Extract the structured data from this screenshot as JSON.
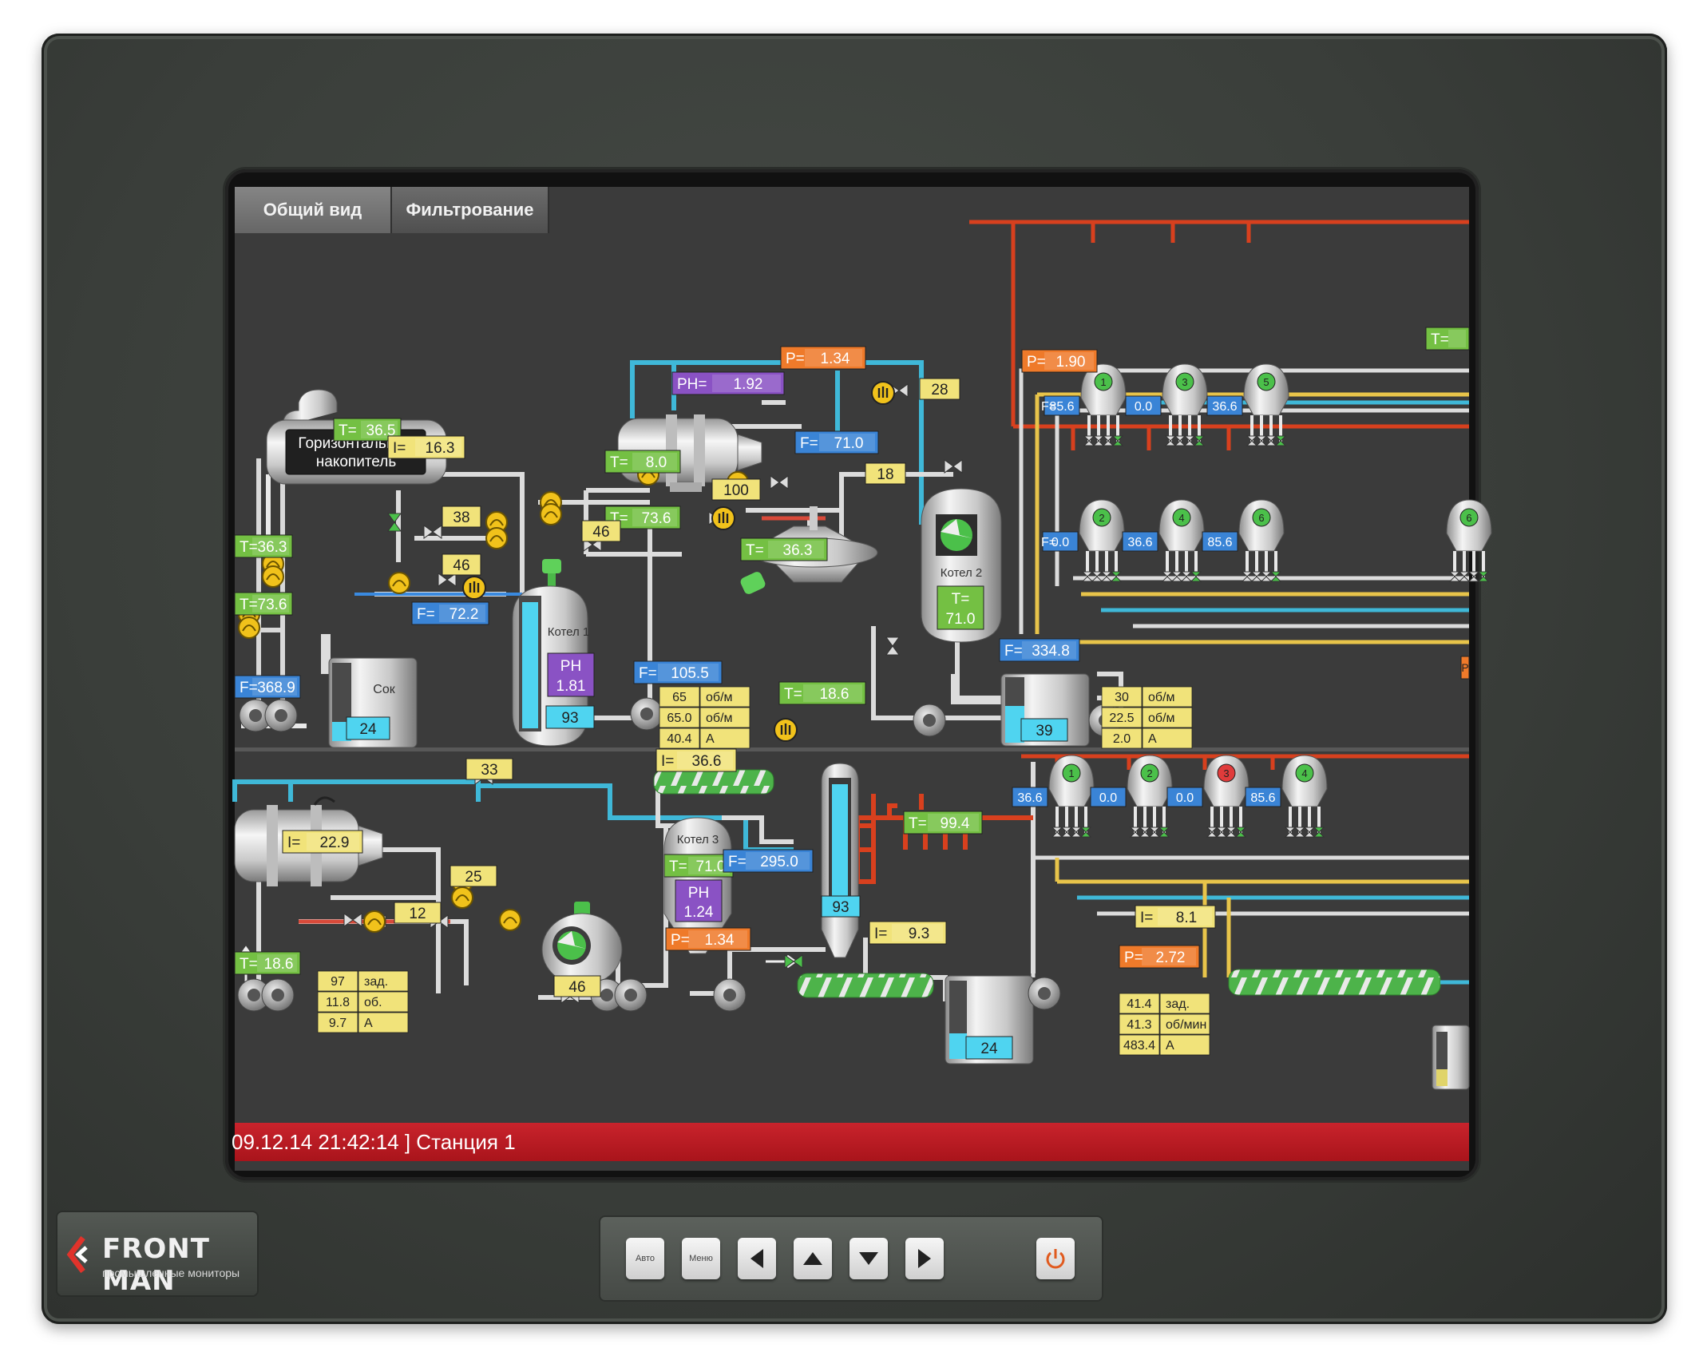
{
  "tabs": [
    {
      "label": "Общий вид"
    },
    {
      "label": "Фильтрование"
    }
  ],
  "status": {
    "text": "09.12.14 21:42:14 ] Станция 1"
  },
  "brand": {
    "name": "FRONT MAN",
    "tagline": "промышленные мониторы"
  },
  "panel_buttons": [
    {
      "label": "Авто"
    },
    {
      "label": "Меню"
    }
  ],
  "vessels": {
    "tank_horizontal": "Горизонтальный\nнакопитель",
    "tank_horizontal_l1": "Горизонтальный",
    "tank_horizontal_l2": "накопитель",
    "kotel1": "Котел 1",
    "kotel2": "Котел 2",
    "kotel3": "Котел 3",
    "sok": "Сок"
  },
  "readouts": {
    "t_365": {
      "k": "T=",
      "v": "36.5"
    },
    "i_163": {
      "k": "I=",
      "v": "16.3"
    },
    "t_363": {
      "k": "T=",
      "v": "36.3"
    },
    "t_736": {
      "k": "T=",
      "v": "73.6"
    },
    "f_3689": {
      "k": "F=",
      "v": "368.9"
    },
    "f_722": {
      "k": "F=",
      "v": "72.2"
    },
    "v38": "38",
    "v46a": "46",
    "v46b": "46",
    "sok_lvl": "24",
    "t_80": {
      "k": "T=",
      "v": "8.0"
    },
    "t_736b": {
      "k": "T=",
      "v": "73.6"
    },
    "ph_192": {
      "k": "PH=",
      "v": "1.92"
    },
    "p_134": {
      "k": "P=",
      "v": "1.34"
    },
    "v28": "28",
    "f_710": {
      "k": "F=",
      "v": "71.0"
    },
    "v18": "18",
    "v100": "100",
    "t_363b": {
      "k": "T=",
      "v": "36.3"
    },
    "kotel1_ph_k": "PH",
    "kotel1_ph": "1.81",
    "kotel1_lvl": "93",
    "f_1055": {
      "k": "F=",
      "v": "105.5"
    },
    "kotel2_t_k": "T=",
    "kotel2_t": "71.0",
    "t_186": {
      "k": "T=",
      "v": "18.6"
    },
    "f_3348": {
      "k": "F=",
      "v": "334.8"
    },
    "tank39": "39",
    "p_190": {
      "k": "P=",
      "v": "1.90"
    },
    "t_top": {
      "k": "T=",
      "v": ""
    },
    "f_856": {
      "k": "F=",
      "v": "85.6"
    },
    "f_00": {
      "k": "F=",
      "v": "0.0"
    },
    "v33": "33",
    "i_366": {
      "k": "I=",
      "v": "36.6"
    },
    "i_229": {
      "k": "I=",
      "v": "22.9"
    },
    "v25": "25",
    "v12": "12",
    "t_186b": {
      "k": "T=",
      "v": "18.6"
    },
    "v46c": "46",
    "kotel3_t": {
      "k": "T=",
      "v": "71.0"
    },
    "kotel3_ph_k": "PH",
    "kotel3_ph": "1.24",
    "f_2950": {
      "k": "F=",
      "v": "295.0"
    },
    "col_lvl": "93",
    "t_994": {
      "k": "T=",
      "v": "99.4"
    },
    "p_134b": {
      "k": "P=",
      "v": "1.34"
    },
    "i_93": {
      "k": "I=",
      "v": "9.3"
    },
    "tank24b": "24",
    "i_81": {
      "k": "I=",
      "v": "8.1"
    },
    "p_272": {
      "k": "P=",
      "v": "2.72"
    },
    "cut_p": "P"
  },
  "tables": {
    "t1": [
      [
        "65",
        "об/м"
      ],
      [
        "65.0",
        "об/м"
      ],
      [
        "40.4",
        "А"
      ]
    ],
    "t2": [
      [
        "30",
        "об/м"
      ],
      [
        "22.5",
        "об/м"
      ],
      [
        "2.0",
        "А"
      ]
    ],
    "t3": [
      [
        "97",
        "зад."
      ],
      [
        "11.8",
        "об."
      ],
      [
        "9.7",
        "А"
      ]
    ],
    "t4": [
      [
        "41.4",
        "зад."
      ],
      [
        "41.3",
        "об/мин"
      ],
      [
        "483.4",
        "А"
      ]
    ]
  },
  "reactors_top": [
    {
      "n": "1",
      "v": "85.6"
    },
    {
      "n": "3",
      "v": "0.0"
    },
    {
      "n": "5",
      "v": "36.6"
    }
  ],
  "reactors_mid": [
    {
      "n": "2",
      "v": "0.0"
    },
    {
      "n": "4",
      "v": "36.6"
    },
    {
      "n": "6",
      "v": "85.6"
    },
    {
      "n": "6",
      "v": ""
    }
  ],
  "reactors_bot": [
    {
      "n": "1",
      "v": "36.6"
    },
    {
      "n": "2",
      "v": "0.0"
    },
    {
      "n": "3",
      "v": "0.0"
    },
    {
      "n": "4",
      "v": "85.6"
    }
  ],
  "colors": {
    "green": "#74c043",
    "yellow": "#f1e37a",
    "blue": "#3a84d6",
    "orange": "#ef7a2a",
    "purple": "#8a52c4",
    "status_red": "#c9232c",
    "pipe_cyan": "#3fb8d8",
    "pipe_red": "#d8401e"
  }
}
